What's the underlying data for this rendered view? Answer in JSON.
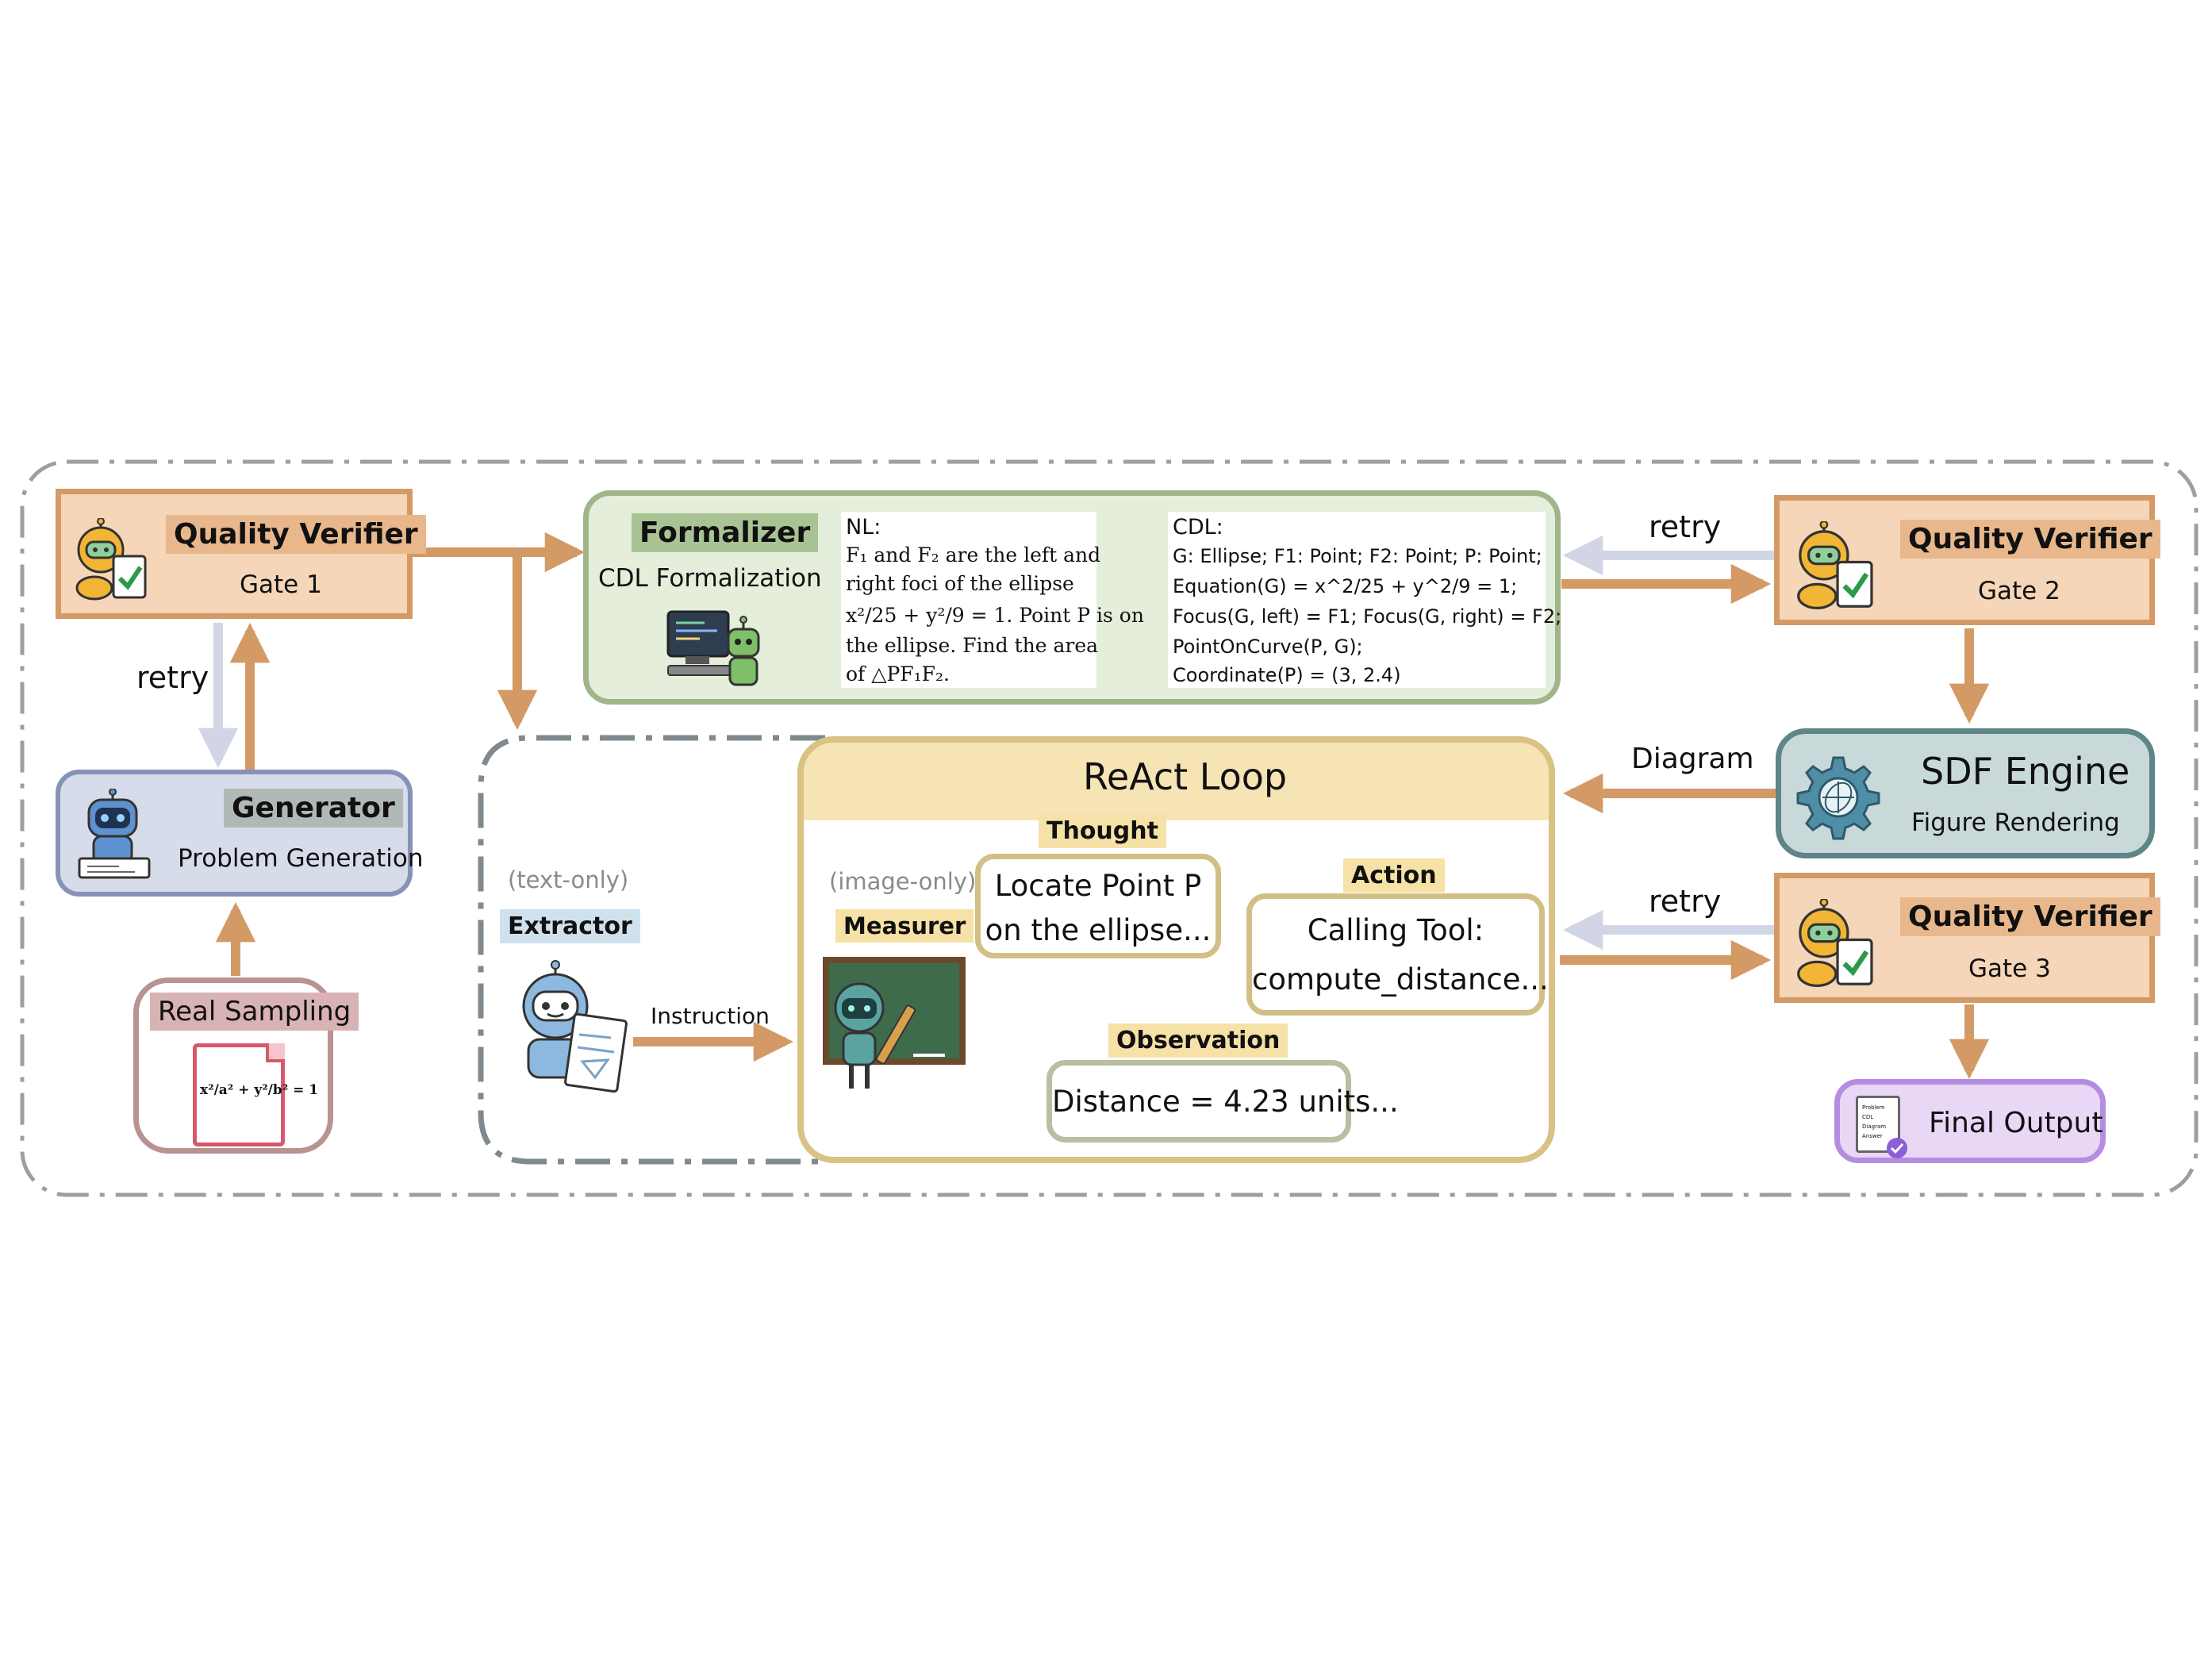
{
  "gate1": {
    "title": "Quality Verifier",
    "subtitle": "Gate 1"
  },
  "gate2": {
    "title": "Quality Verifier",
    "subtitle": "Gate 2"
  },
  "gate3": {
    "title": "Quality Verifier",
    "subtitle": "Gate 3"
  },
  "generator": {
    "title": "Generator",
    "subtitle": "Problem Generation"
  },
  "sampling": {
    "title": "Real Sampling",
    "doc_formula": "x²/a² + y²/b² = 1"
  },
  "formalizer": {
    "title": "Formalizer",
    "subtitle": "CDL Formalization",
    "nl_label": "NL:",
    "nl_lines": [
      "F₁ and F₂ are the left and",
      "right foci of the ellipse",
      "x²/25 + y²/9 = 1. Point P is on",
      "the ellipse. Find the area",
      "of △PF₁F₂."
    ],
    "cdl_label": "CDL:",
    "cdl_lines": [
      "G: Ellipse; F1: Point; F2: Point; P: Point;",
      "Equation(G) = x^2/25 + y^2/9 = 1;",
      "Focus(G, left) = F1; Focus(G, right) = F2;",
      "PointOnCurve(P, G);",
      "Coordinate(P) = (3, 2.4)"
    ]
  },
  "sdf": {
    "title": "SDF Engine",
    "subtitle": "Figure Rendering"
  },
  "final_output": {
    "label": "Final Output",
    "doc_lines": [
      "Problem",
      "CDL",
      "Diagram",
      "Answer"
    ]
  },
  "react": {
    "title": "ReAct Loop",
    "thought": {
      "tag": "Thought",
      "lines": [
        "Locate Point P",
        "on the ellipse..."
      ]
    },
    "action": {
      "tag": "Action",
      "lines": [
        "Calling Tool:",
        "compute_distance..."
      ]
    },
    "observation": {
      "tag": "Observation",
      "text": "Distance = 4.23 units..."
    }
  },
  "extractor": {
    "note": "(text-only)",
    "tag": "Extractor"
  },
  "measurer": {
    "note": "(image-only)",
    "tag": "Measurer"
  },
  "edges": {
    "retry_gate1": "retry",
    "retry_gate2": "retry",
    "retry_gate3": "retry",
    "diagram": "Diagram",
    "instruction": "Instruction"
  },
  "colors": {
    "flow": "#d49a66",
    "retry": "#d2d5e6",
    "loop": "#d9c283"
  }
}
